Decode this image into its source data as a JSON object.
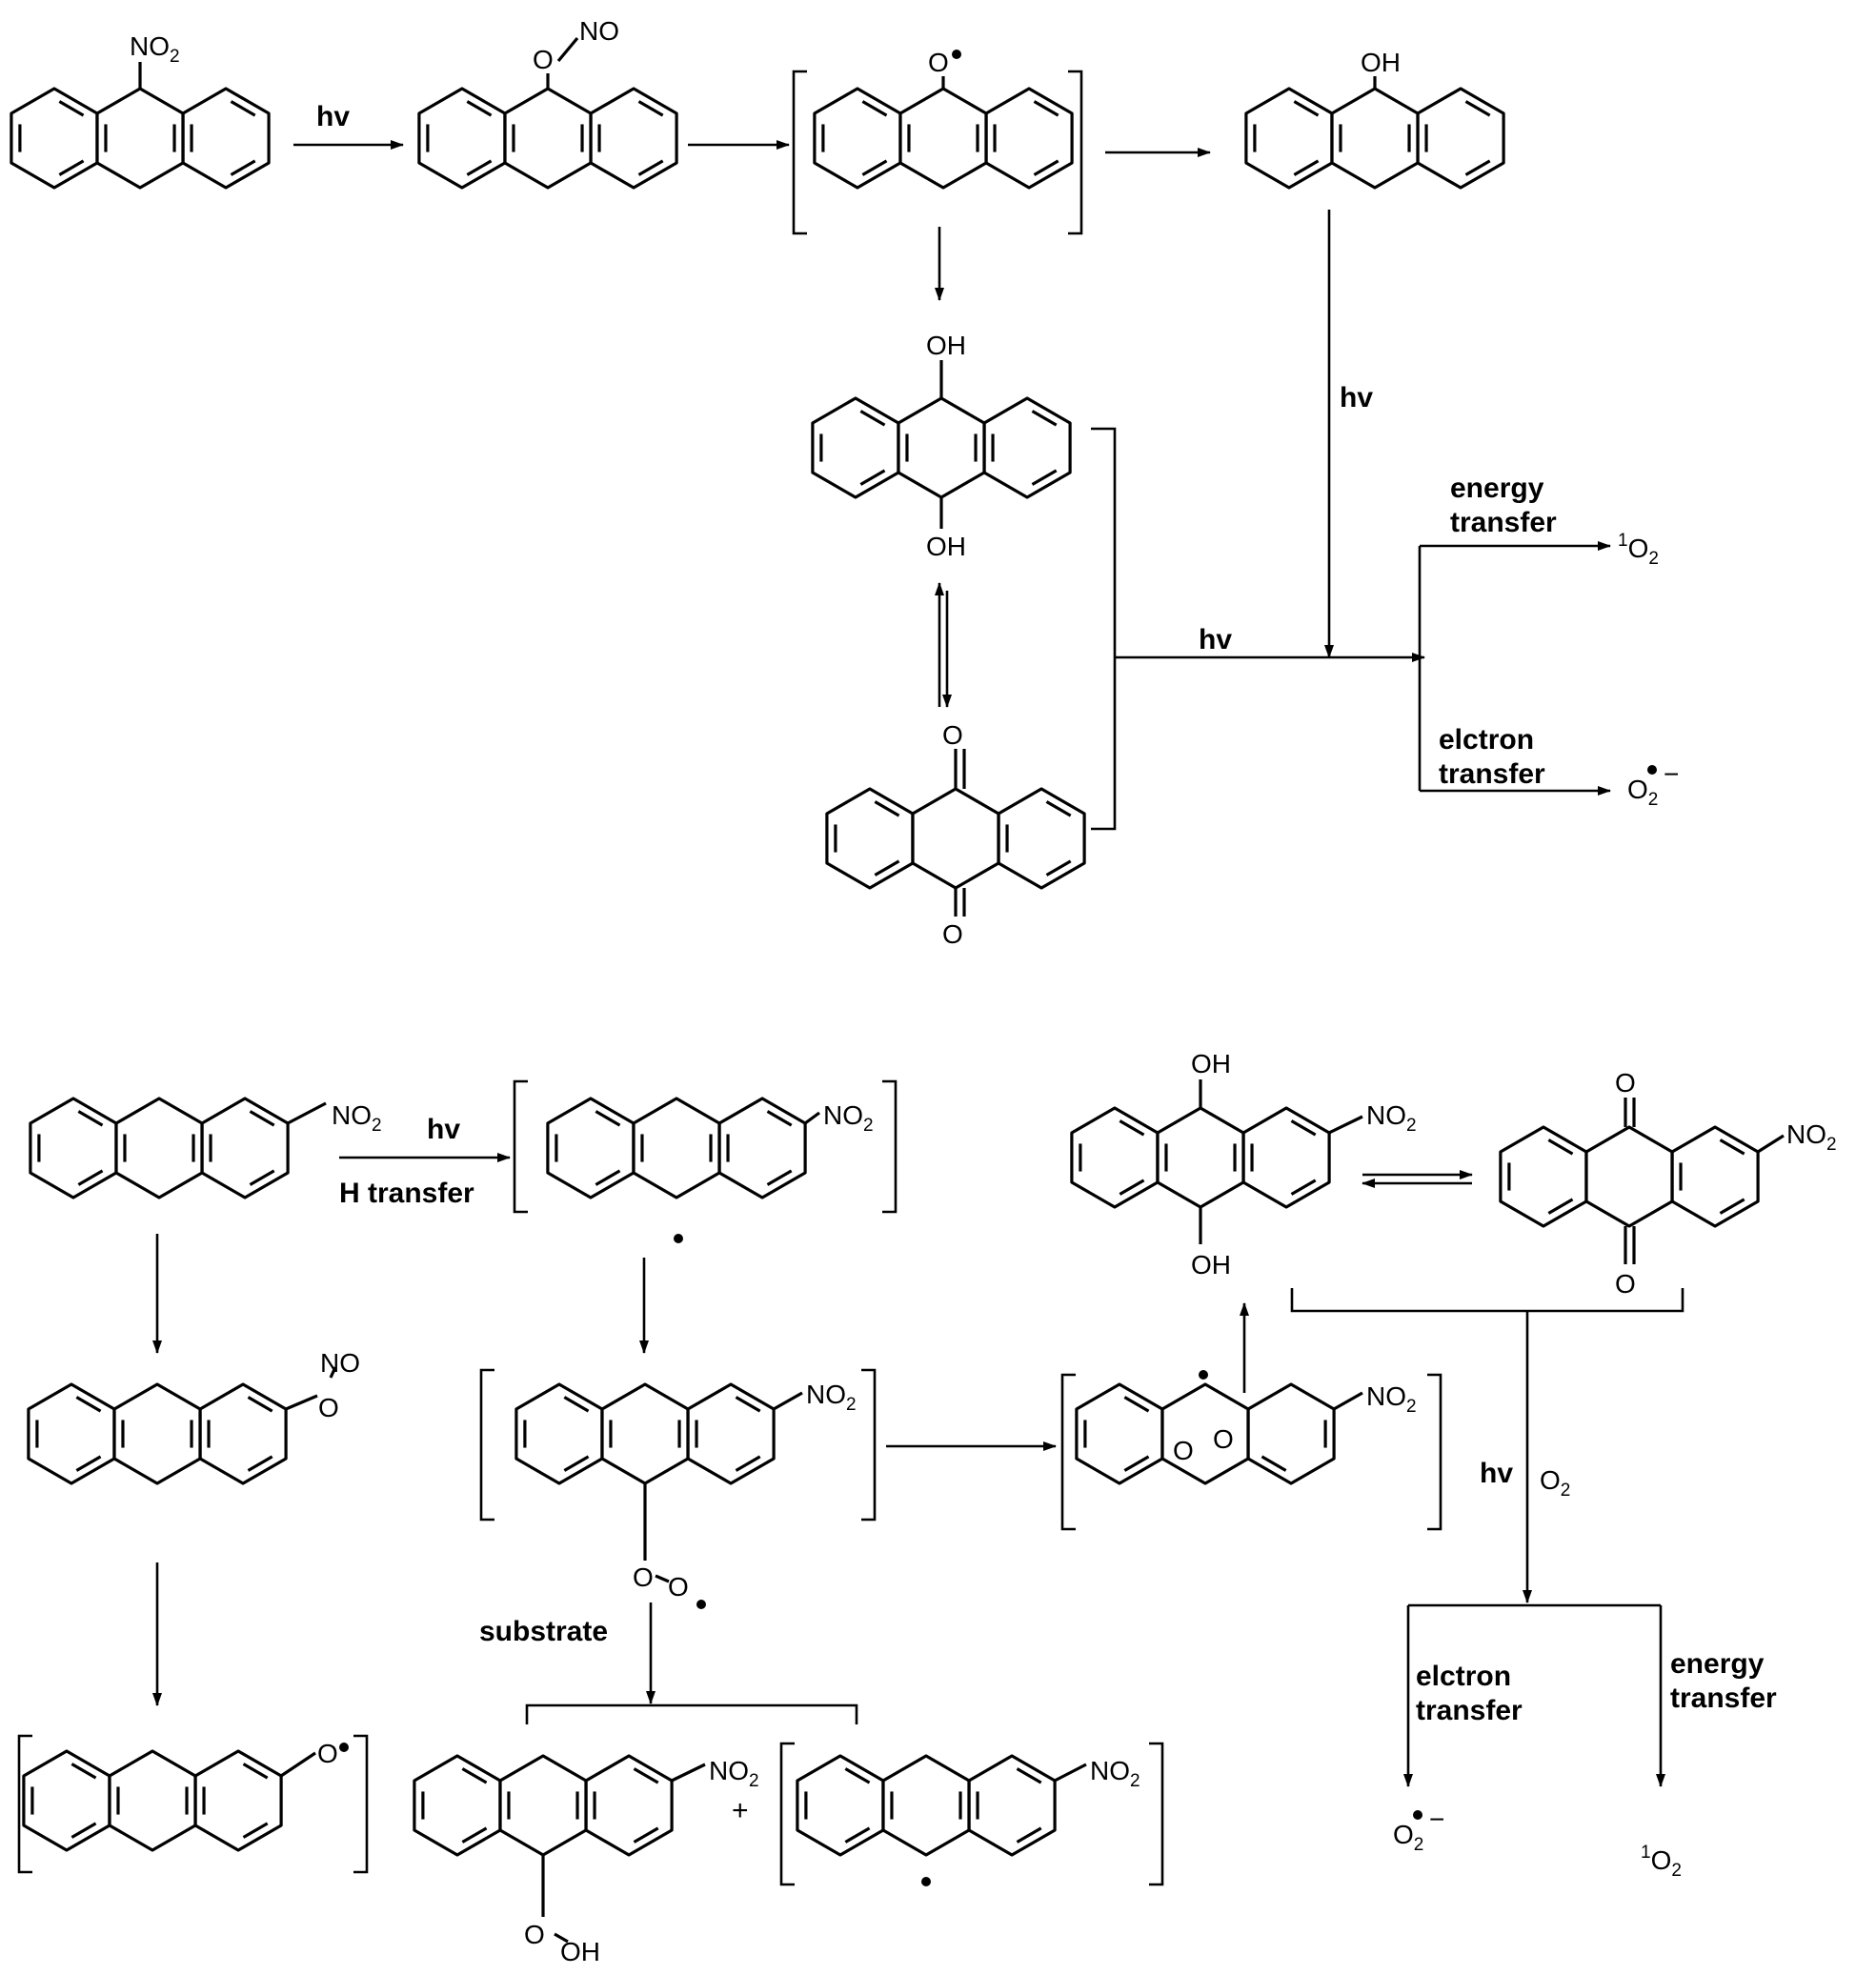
{
  "labels": {
    "no2": "NO",
    "sub2": "2",
    "ono": "NO",
    "o": "O",
    "oh": "OH",
    "o_prefix": "O",
    "hv": "hv",
    "h_transfer": "H transfer",
    "energy_1": "energy",
    "energy_2": "transfer",
    "electron_1": "elctron",
    "electron_2": "transfer",
    "singlet_sup": "1",
    "singlet_o": "O",
    "superoxide_o": "O",
    "minus": "−",
    "substrate": "substrate",
    "o2": "O",
    "plus": "+"
  },
  "colors": {
    "stroke": "#000000",
    "background": "#ffffff"
  }
}
